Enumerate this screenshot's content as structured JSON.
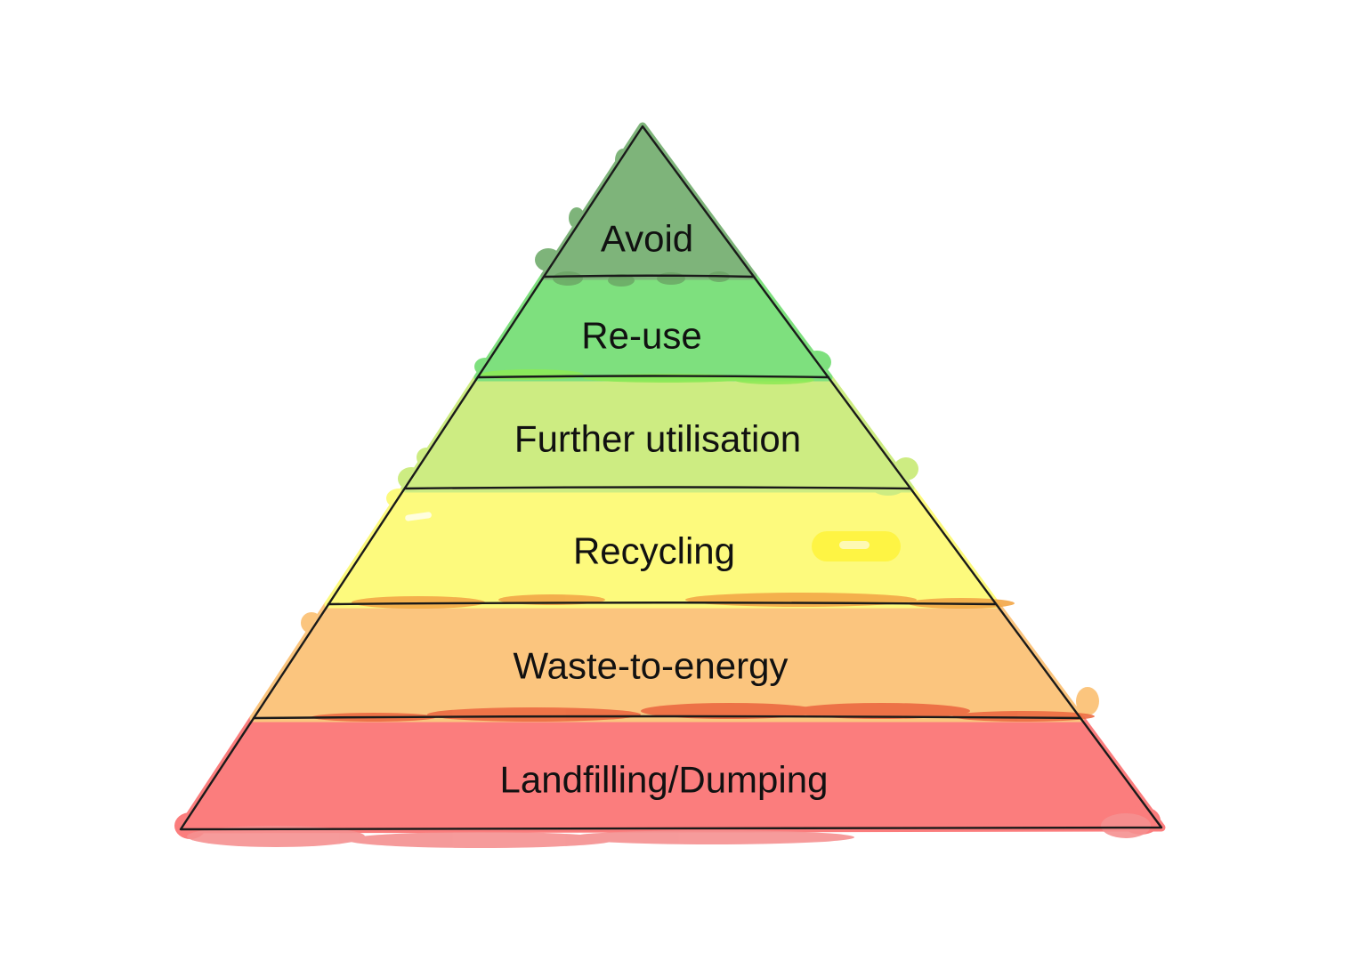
{
  "diagram": {
    "levels": [
      {
        "label": "Avoid",
        "color": "#7eb47a",
        "accent": "#69a163"
      },
      {
        "label": "Re-use",
        "color": "#7ee07e",
        "accent": "#8cea55"
      },
      {
        "label": "Further utilisation",
        "color": "#cdec82",
        "accent": "#bce665"
      },
      {
        "label": "Recycling",
        "color": "#fdfa7d",
        "accent": "#fdf232",
        "highlight_inner": "#fef9b4",
        "streak": "#ffffff"
      },
      {
        "label": "Waste-to-energy",
        "color": "#fbc57e",
        "accent": "#f3a747",
        "edge_accent": "#ec6a42"
      },
      {
        "label": "Landfilling/Dumping",
        "color": "#fb7d7d",
        "accent": "#f59090"
      }
    ],
    "outline_color": "#1a1a1a",
    "text_color": "#111111",
    "background_color": "#ffffff"
  }
}
